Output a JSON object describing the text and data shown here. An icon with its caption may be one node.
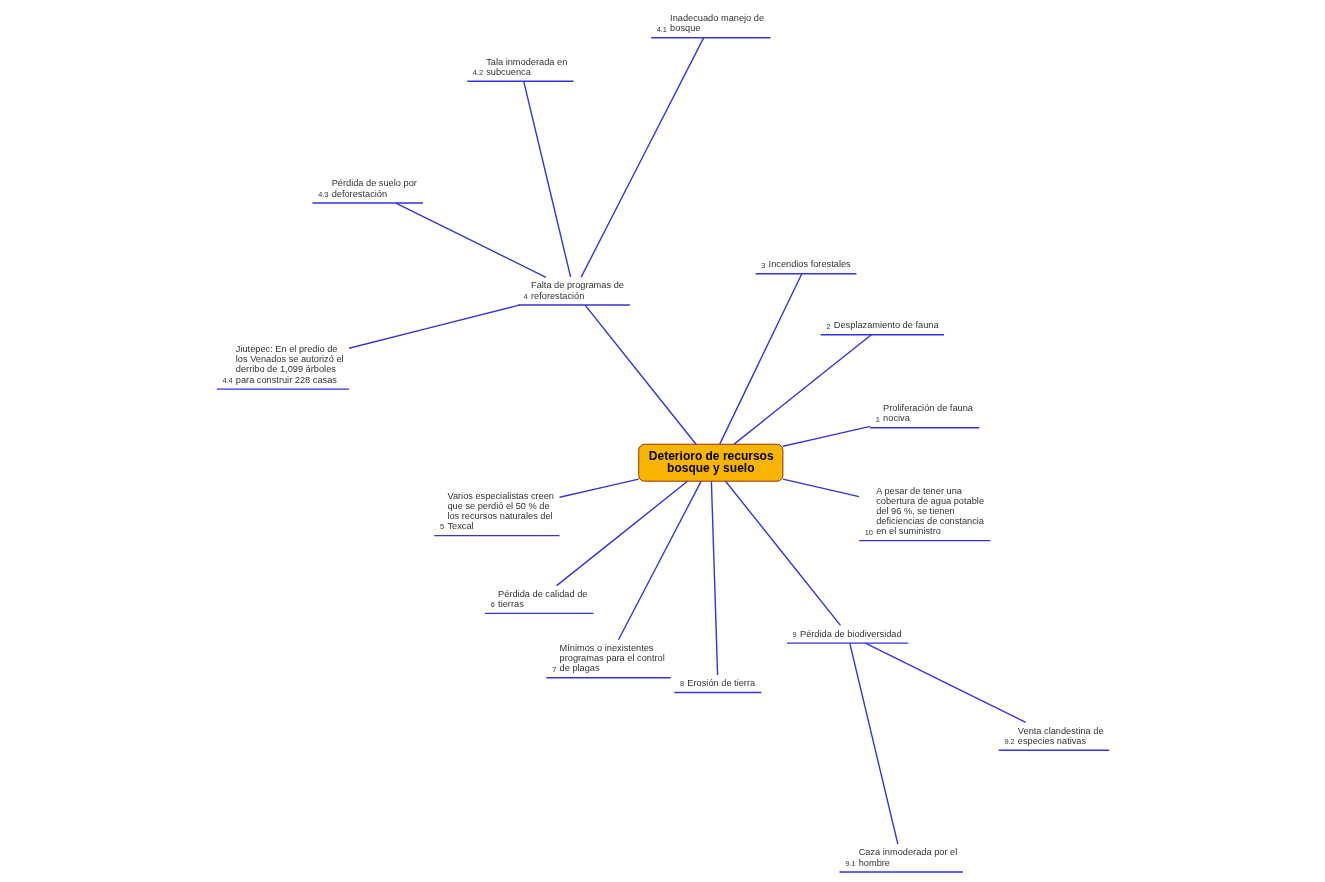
{
  "diagram": {
    "nodes": [
      {
        "text": [
          "Deterioro de recursos bosque y suelo"
        ]
      },
      {
        "text": [
          "1",
          "Proliferación de fauna nociva"
        ]
      },
      {
        "text": [
          "2",
          "Desplazamiento de fauna"
        ]
      },
      {
        "text": [
          "3",
          "Incendios forestales"
        ]
      },
      {
        "text": [
          "4",
          "Falta de programas de reforestación"
        ]
      },
      {
        "text": [
          "4.1",
          "Inadecuado manejo de bosque"
        ]
      },
      {
        "text": [
          "4.2",
          "Tala inmoderada en subcuenca"
        ]
      },
      {
        "text": [
          "4.3",
          "Pérdida de suelo por deforestación"
        ]
      },
      {
        "text": [
          "4.4",
          "Jiutepec: En el predio de los Venados se autorizó el derribo de 1,099 árboles para construir 228 casas"
        ]
      },
      {
        "text": [
          "5",
          "Varios especialistas creen que se perdió el 50 % de los recursos naturales del Texcal"
        ]
      },
      {
        "text": [
          "6",
          "Pérdida de calidad de tierras"
        ]
      },
      {
        "text": [
          "7",
          "Mínimos o inexistentes programas para el control de plagas"
        ]
      },
      {
        "text": [
          "8",
          "Erosión de tierra"
        ]
      },
      {
        "text": [
          "9",
          "Pérdida de biodiversidad"
        ]
      },
      {
        "text": [
          "9.1",
          "Caza inmoderada por el hombre"
        ]
      },
      {
        "text": [
          "9.2",
          "Venta clandestina de especies nativas"
        ]
      },
      {
        "text": [
          "10",
          "A pesar de tener una cobertura de agua potable del 96 %, se tienen deficiencias de constancia en el suministro"
        ]
      }
    ],
    "edges": [
      {
        "from": 0,
        "to": 1,
        "arrow": "none"
      },
      {
        "from": 0,
        "to": 2,
        "arrow": "none"
      },
      {
        "from": 0,
        "to": 3,
        "arrow": "none"
      },
      {
        "from": 0,
        "to": 4,
        "arrow": "none"
      },
      {
        "from": 4,
        "to": 5,
        "arrow": "none"
      },
      {
        "from": 4,
        "to": 6,
        "arrow": "none"
      },
      {
        "from": 4,
        "to": 7,
        "arrow": "none"
      },
      {
        "from": 4,
        "to": 8,
        "arrow": "none"
      },
      {
        "from": 0,
        "to": 9,
        "arrow": "none"
      },
      {
        "from": 0,
        "to": 10,
        "arrow": "none"
      },
      {
        "from": 0,
        "to": 11,
        "arrow": "none"
      },
      {
        "from": 0,
        "to": 12,
        "arrow": "none"
      },
      {
        "from": 0,
        "to": 13,
        "arrow": "none"
      },
      {
        "from": 13,
        "to": 14,
        "arrow": "none"
      },
      {
        "from": 13,
        "to": 15,
        "arrow": "none"
      },
      {
        "from": 0,
        "to": 16,
        "arrow": "none"
      }
    ]
  }
}
